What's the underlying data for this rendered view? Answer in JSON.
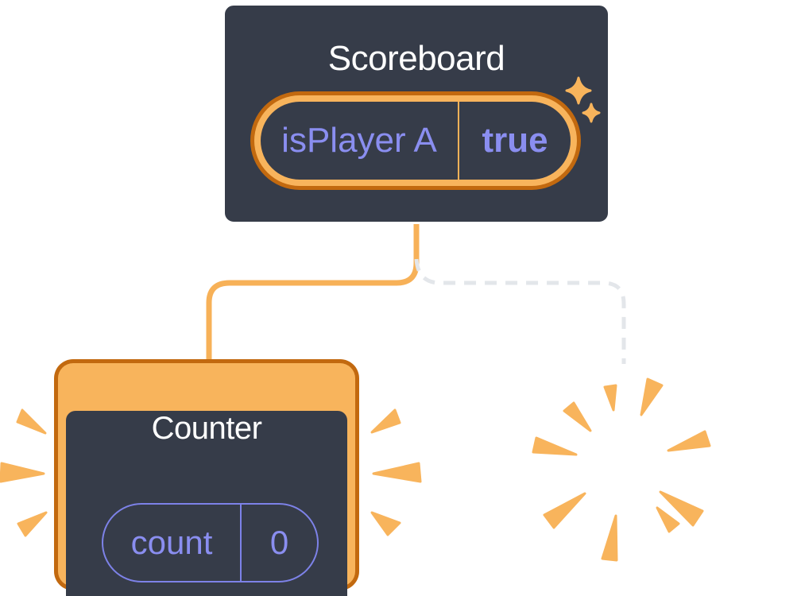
{
  "scoreboard": {
    "title": "Scoreboard",
    "state": {
      "name": "isPlayer A",
      "value": "true"
    }
  },
  "counter": {
    "title": "Counter",
    "state": {
      "name": "count",
      "value": "0"
    }
  },
  "connections": {
    "solid_line": "scoreboard-to-counter",
    "dashed_line": "scoreboard-to-removed-child"
  },
  "icons": {
    "sparkles-icon": "two four-point stars",
    "poof-burst-icon": "radial burst of 9 wedges",
    "emphasis-ticks-left-icon": "3 wedge ticks",
    "emphasis-ticks-right-icon": "3 wedge ticks"
  },
  "colors": {
    "background": "#ffffff",
    "card_bg": "#363c49",
    "card_border": "#ffffff",
    "orange_dark": "#c2690f",
    "orange_light": "#f8b45c",
    "connector_orange": "#f7b158",
    "dashed_line": "#e3e6ea",
    "purple_text": "#8a8ef0",
    "purple_border": "#7d82e8",
    "title_text": "#ffffff"
  }
}
